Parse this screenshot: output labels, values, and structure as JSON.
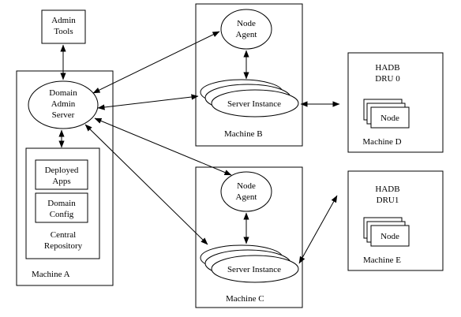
{
  "admin_tools": {
    "line1": "Admin",
    "line2": "Tools"
  },
  "domain_admin_server": {
    "line1": "Domain",
    "line2": "Admin",
    "line3": "Server"
  },
  "central_repository": {
    "deployed_apps": {
      "line1": "Deployed",
      "line2": "Apps"
    },
    "domain_config": {
      "line1": "Domain",
      "line2": "Config"
    },
    "label_line1": "Central",
    "label_line2": "Repository"
  },
  "machine_a": {
    "label": "Machine A"
  },
  "machine_b": {
    "label": "Machine B",
    "node_agent": {
      "line1": "Node",
      "line2": "Agent"
    },
    "server_instance": "Server Instance"
  },
  "machine_c": {
    "label": "Machine C",
    "node_agent": {
      "line1": "Node",
      "line2": "Agent"
    },
    "server_instance": "Server Instance"
  },
  "machine_d": {
    "label": "Machine D",
    "title_line1": "HADB",
    "title_line2": "DRU 0",
    "node": "Node"
  },
  "machine_e": {
    "label": "Machine E",
    "title_line1": "HADB",
    "title_line2": "DRU1",
    "node": "Node"
  }
}
